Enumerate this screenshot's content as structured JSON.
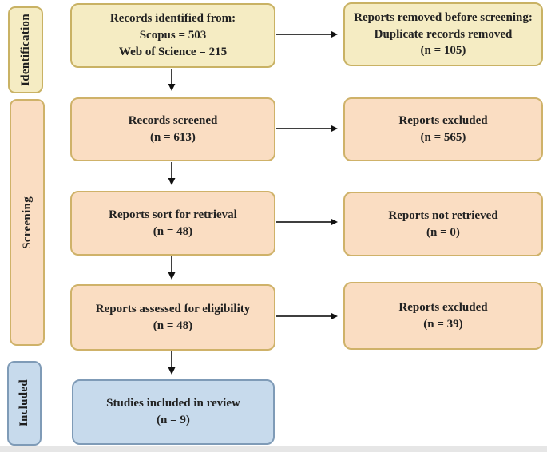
{
  "diagram_type": "prisma-flow-diagram",
  "stages": [
    {
      "label": "Identification"
    },
    {
      "label": "Screening"
    },
    {
      "label": "Included"
    }
  ],
  "main_boxes": [
    {
      "lines": [
        "Records identified from:",
        "Scopus = 503",
        "Web of Science = 215"
      ]
    },
    {
      "lines": [
        "Records screened",
        "(n = 613)"
      ]
    },
    {
      "lines": [
        "Reports sort for retrieval",
        "(n = 48)"
      ]
    },
    {
      "lines": [
        "Reports assessed for eligibility",
        "(n = 48)"
      ]
    },
    {
      "lines": [
        "Studies included in review",
        "(n = 9)"
      ]
    }
  ],
  "side_boxes": [
    {
      "lines": [
        "Reports removed before screening:",
        "Duplicate records removed",
        "(n = 105)"
      ]
    },
    {
      "lines": [
        "Reports excluded",
        "(n = 565)"
      ]
    },
    {
      "lines": [
        "Reports not retrieved",
        "(n = 0)"
      ]
    },
    {
      "lines": [
        "Reports excluded",
        "(n = 39)"
      ]
    }
  ],
  "colors": {
    "identification_fill": "#F5ECC3",
    "identification_border": "#C9B264",
    "screening_fill": "#FADDC2",
    "screening_border": "#CFB269",
    "included_fill": "#C7DAEC",
    "included_border": "#7F9BB7",
    "arrow_line": "#3f3f3f",
    "arrow_head": "#111111"
  }
}
